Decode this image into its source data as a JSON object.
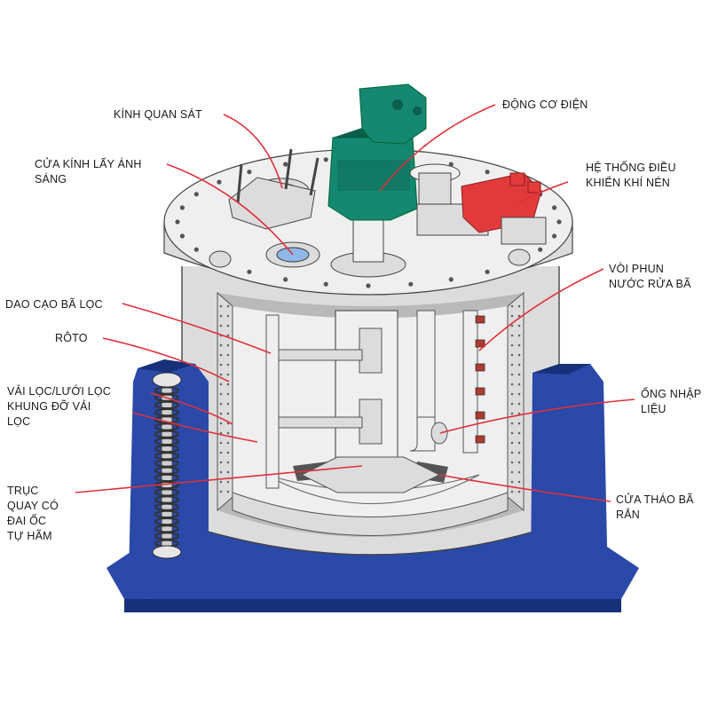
{
  "colors": {
    "frame": "#2a49a8",
    "frame_dark": "#17307a",
    "body": "#dcdcdc",
    "body_light": "#efefef",
    "body_shade": "#b9b9b9",
    "motor": "#148870",
    "motor_dark": "#0b5d4c",
    "pneumatic": "#e23a3a",
    "leader": "#e0303a",
    "text": "#1a1a1a"
  },
  "labels": {
    "kinh_quan_sat": [
      "KÍNH QUAN SÁT"
    ],
    "cua_kinh": [
      "CỬA KÍNH LẤY ÁNH",
      "SÁNG"
    ],
    "dong_co": [
      "ĐỘNG CƠ ĐIỆN"
    ],
    "he_thong": [
      "HỆ THỐNG ĐIỀU",
      "KHIỂN KHÍ NÉN"
    ],
    "voi_phun": [
      "VÒI PHUN",
      "NƯỚC RỬA BÃ"
    ],
    "dao_cao": [
      "DAO CẠO BÃ LỌC"
    ],
    "roto": [
      "RÔTO"
    ],
    "vai_loc": [
      "VẢI LỌC/LƯỚI LỌC",
      "KHUNG ĐỠ VẢI",
      "LỌC"
    ],
    "ong_nhap": [
      "ỐNG NHẬP",
      "LIỆU"
    ],
    "truc_quay": [
      "TRỤC",
      "QUAY CÓ",
      "ĐAI ỐC",
      "TỰ HÃM"
    ],
    "cua_thao": [
      "CỬA THÁO BÃ",
      "RẮN"
    ]
  }
}
